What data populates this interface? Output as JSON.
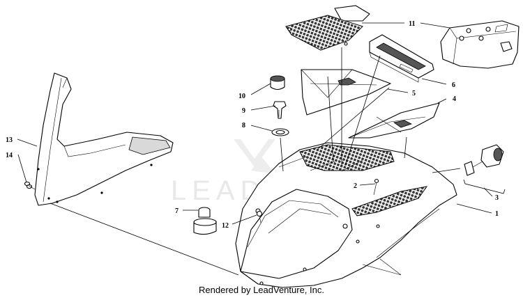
{
  "watermark": {
    "text": "LEADVENTURE"
  },
  "footer": {
    "text": "Rendered by LeadVenture, Inc."
  },
  "callouts": {
    "c1": "1",
    "c2": "2",
    "c3": "3",
    "c4": "4",
    "c5": "5",
    "c6": "6",
    "c7": "7",
    "c8": "8",
    "c9": "9",
    "c10": "10",
    "c11": "11",
    "c12": "12",
    "c13": "13",
    "c14": "14"
  }
}
